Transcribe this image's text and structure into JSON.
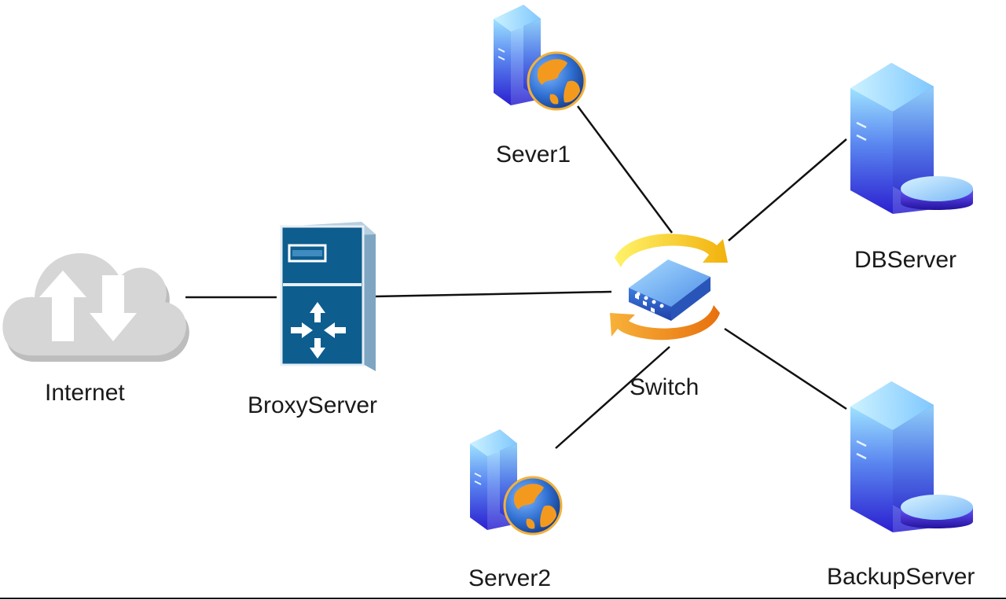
{
  "nodes": {
    "internet": {
      "label": "Internet",
      "icon": "cloud-icon"
    },
    "proxy": {
      "label": "BroxyServer",
      "icon": "proxy-server-icon"
    },
    "server1": {
      "label": "Sever1",
      "icon": "web-server-icon"
    },
    "server2": {
      "label": "Server2",
      "icon": "web-server-icon"
    },
    "switch": {
      "label": "Switch",
      "icon": "network-switch-icon"
    },
    "db": {
      "label": "DBServer",
      "icon": "database-server-icon"
    },
    "backup": {
      "label": "BackupServer",
      "icon": "database-server-icon"
    }
  },
  "edges": [
    [
      "internet",
      "proxy"
    ],
    [
      "proxy",
      "switch"
    ],
    [
      "server1",
      "switch"
    ],
    [
      "server2",
      "switch"
    ],
    [
      "db",
      "switch"
    ],
    [
      "backup",
      "switch"
    ]
  ],
  "colors": {
    "cloud": "#cfcfcf",
    "proxy": "#0d5d8f",
    "server_light": "#8cd6ff",
    "server_dark": "#3b2bd9",
    "globe_blue": "#2f6fd1",
    "globe_orange": "#f39a1e",
    "switch_body": "#4f8fe8",
    "arrow_yellow": "#f7d21a",
    "arrow_orange": "#f28a14",
    "line": "#111111"
  }
}
